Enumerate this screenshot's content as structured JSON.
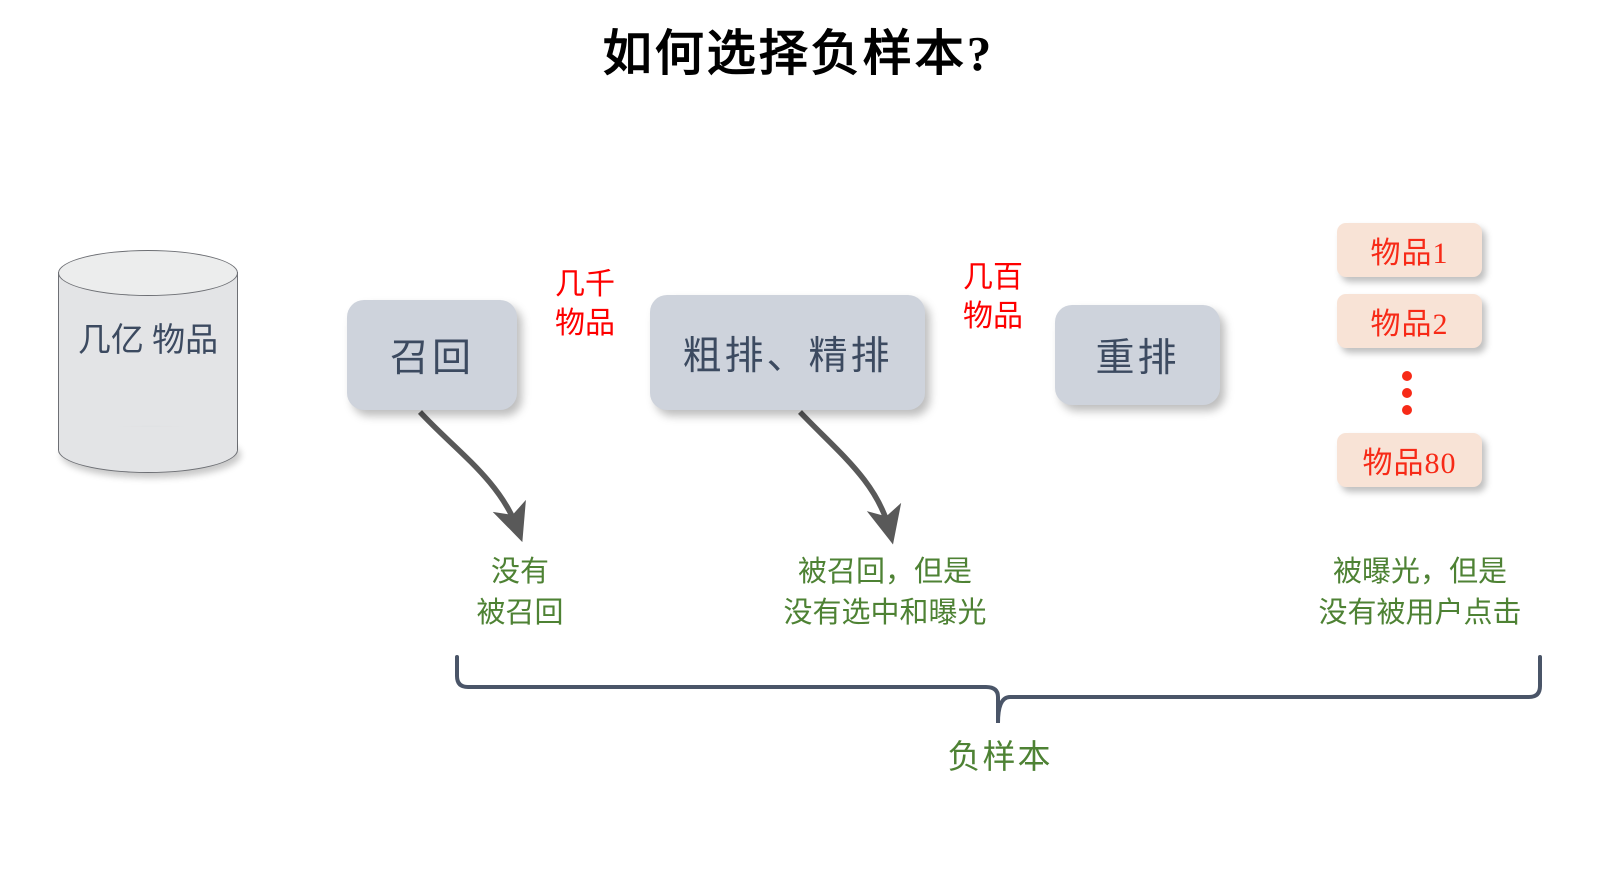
{
  "title": "如何选择负样本?",
  "source": {
    "name": "item-pool-cylinder",
    "label": "几亿\n物品"
  },
  "stages": [
    {
      "id": "recall",
      "label": "召回"
    },
    {
      "id": "rank",
      "label": "粗排、精排"
    },
    {
      "id": "rerank",
      "label": "重排"
    }
  ],
  "flow_labels": [
    {
      "id": "thousands",
      "label": "几千\n物品"
    },
    {
      "id": "hundreds",
      "label": "几百\n物品"
    }
  ],
  "results": {
    "items": [
      {
        "label": "物品1"
      },
      {
        "label": "物品2"
      },
      {
        "label": "物品80"
      }
    ],
    "ellipsis": "⋮"
  },
  "notes": [
    {
      "id": "not-recalled",
      "label": "没有\n被召回"
    },
    {
      "id": "recalled-only",
      "label": "被召回，但是\n没有选中和曝光"
    },
    {
      "id": "exposed-only",
      "label": "被曝光，但是\n没有被用户点击"
    }
  ],
  "brace": {
    "label": "负样本"
  },
  "colors": {
    "title": "#000000",
    "stage_fill": "#ced3dc",
    "stage_text": "#3c4a60",
    "cylinder_fill": "#e3e4e6",
    "cylinder_stroke": "#6d6f74",
    "flow_label": "#fe0000",
    "item_fill": "#f8e3d6",
    "item_text": "#f72a17",
    "note_text": "#4e8234",
    "arrow": "#595959",
    "brace": "#4a5568"
  }
}
